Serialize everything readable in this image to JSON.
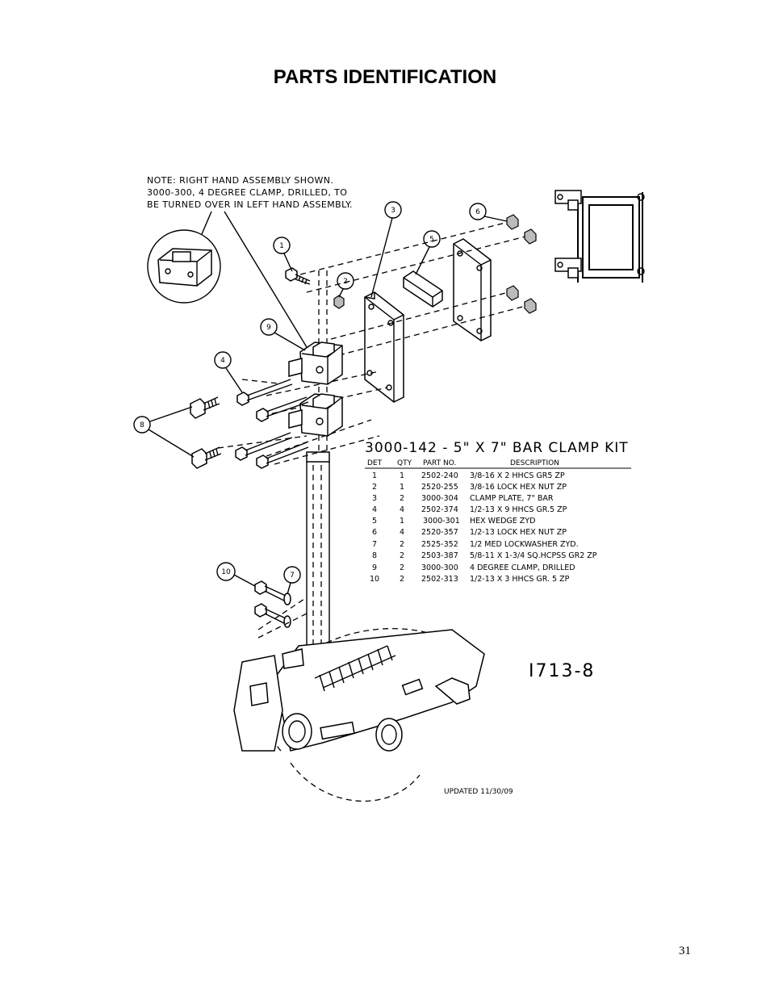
{
  "page": {
    "title": "PARTS IDENTIFICATION",
    "page_number": "31"
  },
  "note": {
    "line1": "NOTE:  RIGHT HAND ASSEMBLY SHOWN.",
    "line2": "3000-300, 4 DEGREE CLAMP, DRILLED, TO",
    "line3": "BE TURNED OVER IN LEFT HAND ASSEMBLY."
  },
  "kit": {
    "title": "3000-142 - 5\" X 7\" BAR CLAMP KIT",
    "headers": {
      "det": "DET",
      "qty": "QTY",
      "part_no": "PART NO.",
      "description": "DESCRIPTION"
    },
    "rows": [
      {
        "det": "1",
        "qty": "1",
        "part_no": "2502-240",
        "description": "3/8-16 X 2 HHCS GR5 ZP"
      },
      {
        "det": "2",
        "qty": "1",
        "part_no": "2520-255",
        "description": "3/8-16 LOCK HEX NUT ZP"
      },
      {
        "det": "3",
        "qty": "2",
        "part_no": "3000-304",
        "description": "CLAMP PLATE, 7\" BAR"
      },
      {
        "det": "4",
        "qty": "4",
        "part_no": "2502-374",
        "description": "1/2-13 X 9 HHCS GR.5 ZP"
      },
      {
        "det": "5",
        "qty": "1",
        "part_no": "3000-301",
        "description": "HEX WEDGE ZYD"
      },
      {
        "det": "6",
        "qty": "4",
        "part_no": "2520-357",
        "description": "1/2-13 LOCK HEX NUT ZP"
      },
      {
        "det": "7",
        "qty": "2",
        "part_no": "2525-352",
        "description": "1/2 MED LOCKWASHER ZYD."
      },
      {
        "det": "8",
        "qty": "2",
        "part_no": "2503-387",
        "description": "5/8-11 X 1-3/4 SQ.HCPSS GR2 ZP"
      },
      {
        "det": "9",
        "qty": "2",
        "part_no": "3000-300",
        "description": "4 DEGREE CLAMP, DRILLED"
      },
      {
        "det": "10",
        "qty": "2",
        "part_no": "2502-313",
        "description": "1/2-13 X 3 HHCS GR. 5 ZP"
      }
    ]
  },
  "drawing_number": "I713-8",
  "updated": "UPDATED 11/30/09",
  "callouts": [
    "1",
    "2",
    "3",
    "4",
    "5",
    "6",
    "7",
    "8",
    "9",
    "10"
  ]
}
